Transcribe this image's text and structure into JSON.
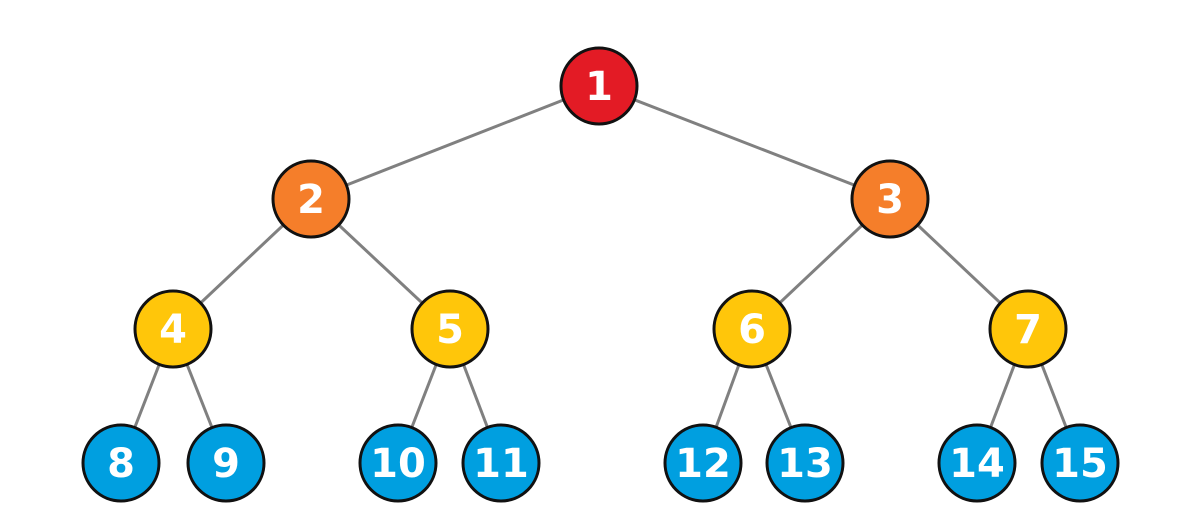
{
  "diagram": {
    "type": "binary-tree",
    "colors": {
      "level_0": "#e31b25",
      "level_1": "#f57e2a",
      "level_2": "#ffc60a",
      "level_3": "#009fe0",
      "edge": "#808080",
      "outline": "#111111",
      "label": "#ffffff"
    },
    "nodes": [
      {
        "id": "1",
        "label": "1",
        "level": 0
      },
      {
        "id": "2",
        "label": "2",
        "level": 1,
        "parent": "1"
      },
      {
        "id": "3",
        "label": "3",
        "level": 1,
        "parent": "1"
      },
      {
        "id": "4",
        "label": "4",
        "level": 2,
        "parent": "2"
      },
      {
        "id": "5",
        "label": "5",
        "level": 2,
        "parent": "2"
      },
      {
        "id": "6",
        "label": "6",
        "level": 2,
        "parent": "3"
      },
      {
        "id": "7",
        "label": "7",
        "level": 2,
        "parent": "3"
      },
      {
        "id": "8",
        "label": "8",
        "level": 3,
        "parent": "4"
      },
      {
        "id": "9",
        "label": "9",
        "level": 3,
        "parent": "4"
      },
      {
        "id": "10",
        "label": "10",
        "level": 3,
        "parent": "5"
      },
      {
        "id": "11",
        "label": "11",
        "level": 3,
        "parent": "5"
      },
      {
        "id": "12",
        "label": "12",
        "level": 3,
        "parent": "6"
      },
      {
        "id": "13",
        "label": "13",
        "level": 3,
        "parent": "6"
      },
      {
        "id": "14",
        "label": "14",
        "level": 3,
        "parent": "7"
      },
      {
        "id": "15",
        "label": "15",
        "level": 3,
        "parent": "7"
      }
    ]
  }
}
